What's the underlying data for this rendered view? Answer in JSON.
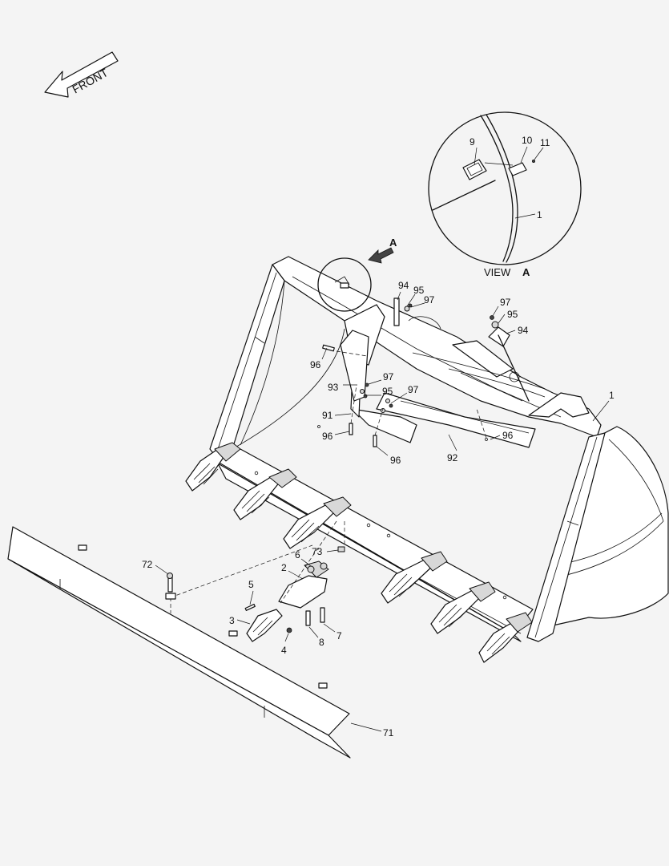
{
  "front_arrow": {
    "label": "FRONT",
    "icon": "left-arrow-icon"
  },
  "view_a": {
    "prefix": "VIEW",
    "letter": "A"
  },
  "arrow_a": {
    "letter": "A"
  },
  "callouts": {
    "c1_view": "1",
    "c9": "9",
    "c10": "10",
    "c11": "11",
    "c94_top": "94",
    "c95_top": "95",
    "c97_top": "97",
    "c97_right": "97",
    "c95_right": "95",
    "c94_right": "94",
    "c96_left": "96",
    "c1_main": "1",
    "c93": "93",
    "c97_mid": "97",
    "c95_mid": "95",
    "c97_mid2": "97",
    "c91": "91",
    "c96_mid": "96",
    "c96_low": "96",
    "c92": "92",
    "c96_right": "96",
    "c73": "73",
    "c72": "72",
    "c6": "6",
    "c2": "2",
    "c5": "5",
    "c3": "3",
    "c4": "4",
    "c8": "8",
    "c7": "7",
    "c71": "71"
  }
}
